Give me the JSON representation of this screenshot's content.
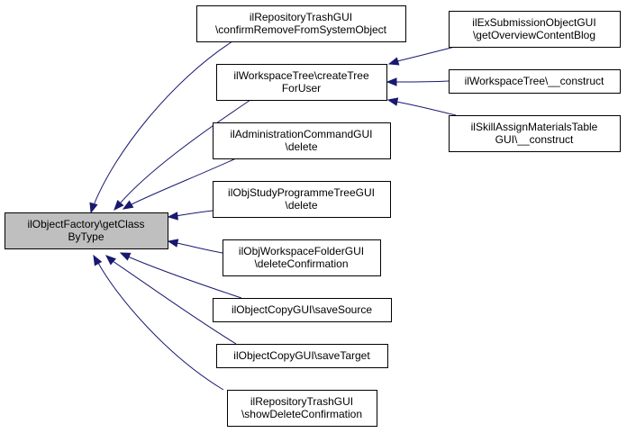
{
  "diagram": {
    "type": "caller-graph",
    "colors": {
      "edge": "#191970",
      "root_fill": "#bfbfbf",
      "node_fill": "#ffffff",
      "border": "#000000"
    },
    "nodes": [
      {
        "id": "root",
        "lines": [
          "ilObjectFactory\\getClass",
          "ByType"
        ]
      },
      {
        "id": "n1",
        "lines": [
          "ilRepositoryTrashGUI",
          "\\confirmRemoveFromSystemObject"
        ]
      },
      {
        "id": "n2",
        "lines": [
          "ilWorkspaceTree\\createTree",
          "ForUser"
        ]
      },
      {
        "id": "n3",
        "lines": [
          "ilAdministrationCommandGUI",
          "\\delete"
        ]
      },
      {
        "id": "n4",
        "lines": [
          "ilObjStudyProgrammeTreeGUI",
          "\\delete"
        ]
      },
      {
        "id": "n5",
        "lines": [
          "ilObjWorkspaceFolderGUI",
          "\\deleteConfirmation"
        ]
      },
      {
        "id": "n6",
        "lines": [
          "ilObjectCopyGUI\\saveSource"
        ]
      },
      {
        "id": "n7",
        "lines": [
          "ilObjectCopyGUI\\saveTarget"
        ]
      },
      {
        "id": "n8",
        "lines": [
          "ilRepositoryTrashGUI",
          "\\showDeleteConfirmation"
        ]
      },
      {
        "id": "n9",
        "lines": [
          "ilExSubmissionObjectGUI",
          "\\getOverviewContentBlog"
        ]
      },
      {
        "id": "n10",
        "lines": [
          "ilWorkspaceTree\\__construct"
        ]
      },
      {
        "id": "n11",
        "lines": [
          "ilSkillAssignMaterialsTable",
          "GUI\\__construct"
        ]
      }
    ],
    "edges": [
      {
        "from": "n1",
        "to": "root"
      },
      {
        "from": "n2",
        "to": "root"
      },
      {
        "from": "n3",
        "to": "root"
      },
      {
        "from": "n4",
        "to": "root"
      },
      {
        "from": "n5",
        "to": "root"
      },
      {
        "from": "n6",
        "to": "root"
      },
      {
        "from": "n7",
        "to": "root"
      },
      {
        "from": "n8",
        "to": "root"
      },
      {
        "from": "n9",
        "to": "n2"
      },
      {
        "from": "n10",
        "to": "n2"
      },
      {
        "from": "n11",
        "to": "n2"
      }
    ]
  }
}
